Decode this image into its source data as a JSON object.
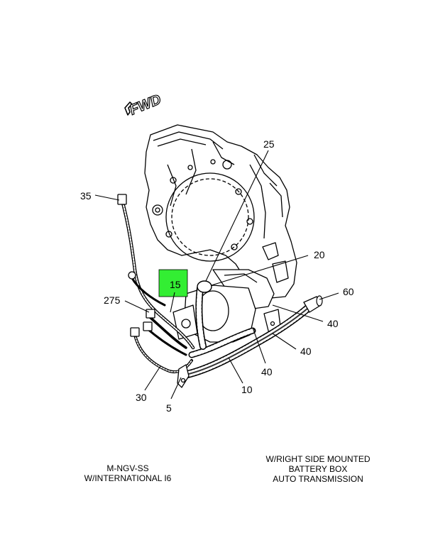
{
  "diagram": {
    "fwd_label": "FWD",
    "highlight_color": "#33ee33",
    "callouts": {
      "c25": "25",
      "c35": "35",
      "c20": "20",
      "c15": "15",
      "c60": "60",
      "c275": "275",
      "c40a": "40",
      "c40b": "40",
      "c40c": "40",
      "c10": "10",
      "c30": "30",
      "c5": "5"
    }
  },
  "captions": {
    "left": {
      "line1": "M-NGV-SS",
      "line2": "W/INTERNATIONAL I6"
    },
    "right": {
      "line1": "W/RIGHT SIDE MOUNTED",
      "line2": "BATTERY BOX",
      "line3": "AUTO TRANSMISSION"
    }
  }
}
